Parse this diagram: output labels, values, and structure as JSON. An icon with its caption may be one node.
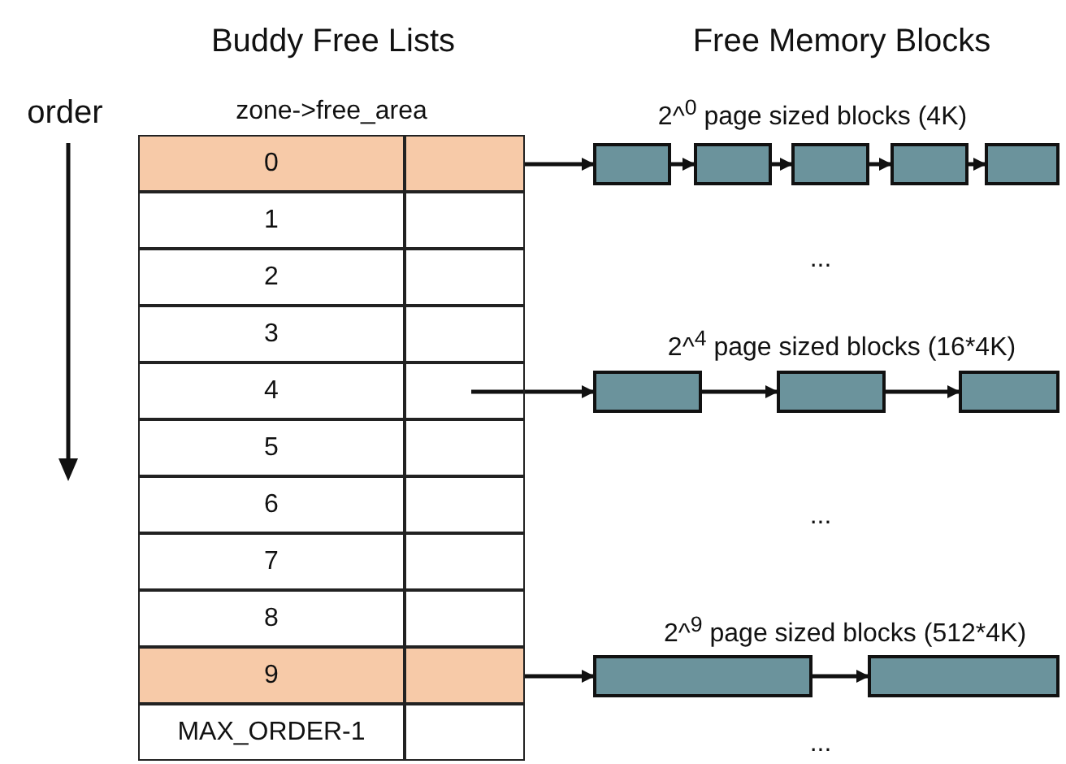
{
  "diagram": {
    "nodes": [
      {
        "text": [
          "zone->free_area"
        ]
      },
      {
        "text": [
          "0"
        ],
        "in": 0
      },
      {
        "text": [],
        "shape": "box",
        "in": 0
      },
      {
        "text": [
          "1"
        ],
        "in": 0
      },
      {
        "text": [],
        "shape": "box",
        "in": 0
      },
      {
        "text": [
          "2"
        ],
        "in": 0
      },
      {
        "text": [],
        "shape": "box",
        "in": 0
      },
      {
        "text": [
          "3"
        ],
        "in": 0
      },
      {
        "text": [],
        "shape": "box",
        "in": 0
      },
      {
        "text": [
          "4"
        ],
        "in": 0
      },
      {
        "text": [],
        "shape": "box",
        "in": 0
      },
      {
        "text": [
          "5"
        ],
        "in": 0
      },
      {
        "text": [],
        "shape": "box",
        "in": 0
      },
      {
        "text": [
          "6"
        ],
        "in": 0
      },
      {
        "text": [],
        "shape": "box",
        "in": 0
      },
      {
        "text": [
          "7"
        ],
        "in": 0
      },
      {
        "text": [],
        "shape": "box",
        "in": 0
      },
      {
        "text": [
          "8"
        ],
        "in": 0
      },
      {
        "text": [],
        "shape": "box",
        "in": 0
      },
      {
        "text": [
          "9"
        ],
        "in": 0
      },
      {
        "text": [],
        "shape": "box",
        "in": 0
      },
      {
        "text": [
          "MAX_ORDER-1"
        ],
        "in": 0
      },
      {
        "text": [],
        "shape": "box",
        "in": 0
      },
      {
        "text": [],
        "shape": "box"
      },
      {
        "text": [],
        "shape": "box"
      },
      {
        "text": [],
        "shape": "box"
      },
      {
        "text": [],
        "shape": "box"
      },
      {
        "text": [],
        "shape": "box"
      },
      {
        "text": [],
        "shape": "box"
      },
      {
        "text": [],
        "shape": "box"
      },
      {
        "text": [],
        "shape": "box"
      },
      {
        "text": [],
        "shape": "box"
      },
      {
        "text": [],
        "shape": "box"
      }
    ],
    "edges": [
      {
        "from": 2,
        "to": 23,
        "arrow": "to"
      },
      {
        "from": 23,
        "to": 24,
        "arrow": "to"
      },
      {
        "from": 24,
        "to": 25,
        "arrow": "to"
      },
      {
        "from": 25,
        "to": 26,
        "arrow": "to"
      },
      {
        "from": 26,
        "to": 27,
        "arrow": "to"
      },
      {
        "from": 10,
        "to": 28,
        "arrow": "to"
      },
      {
        "from": 28,
        "to": 29,
        "arrow": "to"
      },
      {
        "from": 29,
        "to": 30,
        "arrow": "to"
      },
      {
        "from": 20,
        "to": 31,
        "arrow": "to"
      },
      {
        "from": 31,
        "to": 32,
        "arrow": "to"
      }
    ],
    "labels": [
      "Buddy Free Lists",
      "Free Memory Blocks",
      "order",
      "2^$^{0}$ page sized blocks (4K)",
      "...",
      "2^$^{4}$ page sized blocks (16*4K)",
      "...",
      "2^$^{9}$ page sized blocks (512*4K)",
      "..."
    ]
  }
}
